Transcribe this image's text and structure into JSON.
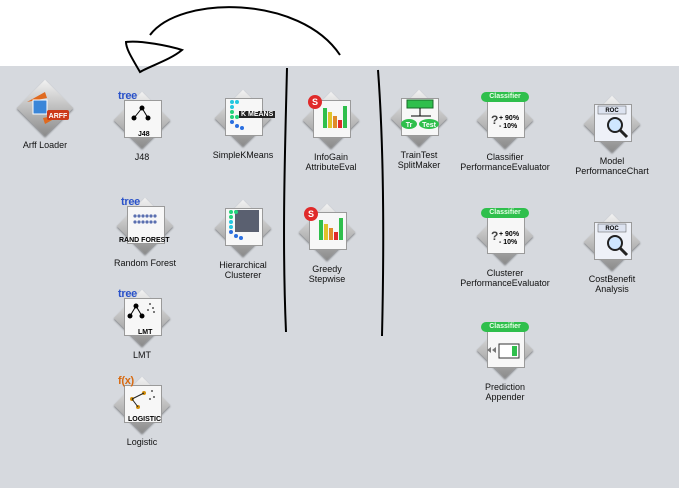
{
  "canvas": {
    "background": "#d6d9de",
    "top_background": "#ffffff"
  },
  "components": {
    "arff_loader": {
      "label": "Arff Loader",
      "icon": "arff-loader-icon",
      "badge": "ARFF"
    },
    "j48": {
      "label": "J48",
      "icon": "tree-j48-icon",
      "badge": "tree",
      "caption": "J48"
    },
    "random_forest": {
      "label": "Random Forest",
      "icon": "random-forest-icon",
      "badge": "tree",
      "caption": "RAND FOREST"
    },
    "lmt": {
      "label": "LMT",
      "icon": "lmt-icon",
      "badge": "tree",
      "caption": "LMT"
    },
    "logistic": {
      "label": "Logistic",
      "icon": "logistic-icon",
      "badge": "f(x)",
      "caption": "LOGISTIC"
    },
    "simple_kmeans": {
      "label": "SimpleKMeans",
      "icon": "kmeans-icon",
      "caption": "K MEANS"
    },
    "hierarchical_clusterer": {
      "label_line1": "Hierarchical",
      "label_line2": "Clusterer",
      "icon": "hierarchical-clusterer-icon"
    },
    "info_gain": {
      "label_line1": "InfoGain",
      "label_line2": "AttributeEval",
      "icon": "attribute-eval-icon"
    },
    "greedy_stepwise": {
      "label_line1": "Greedy",
      "label_line2": "Stepwise",
      "icon": "greedy-stepwise-icon"
    },
    "train_test": {
      "label_line1": "TrainTest",
      "label_line2": "SplitMaker",
      "icon": "train-test-split-icon",
      "left_tag": "Tr",
      "right_tag": "Test"
    },
    "classifier_perf": {
      "label_line1": "Classifier",
      "label_line2": "PerformanceEvaluator",
      "icon": "classifier-eval-icon",
      "badge": "Classifier",
      "plus": "+ 90%",
      "minus": "-  10%"
    },
    "clusterer_perf": {
      "label_line1": "Clusterer",
      "label_line2": "PerformanceEvaluator",
      "icon": "clusterer-eval-icon",
      "badge": "Classifier",
      "plus": "+ 90%",
      "minus": "-  10%"
    },
    "prediction_appender": {
      "label_line1": "Prediction",
      "label_line2": "Appender",
      "icon": "prediction-appender-icon",
      "badge": "Classifier"
    },
    "model_perf_chart": {
      "label_line1": "Model",
      "label_line2": "PerformanceChart",
      "icon": "roc-chart-icon",
      "badge": "ROC"
    },
    "cost_benefit": {
      "label_line1": "CostBenefit",
      "label_line2": "Analysis",
      "icon": "cost-benefit-icon",
      "badge": "ROC"
    }
  }
}
